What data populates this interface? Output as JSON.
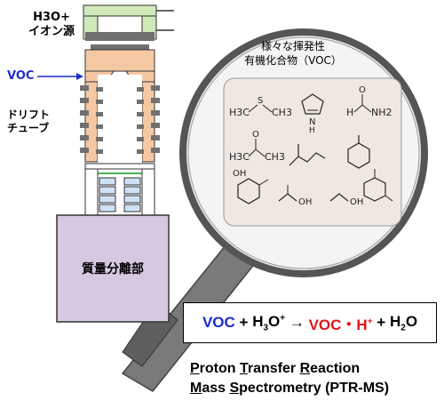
{
  "ion_source": {
    "formula": "H3O+",
    "label": "イオン源"
  },
  "voc_inlet": {
    "label": "VOC",
    "arrow": "→"
  },
  "drift_tube": {
    "line1": "ドリフト",
    "line2": "チューブ"
  },
  "mass_analyzer": {
    "label": "質量分離部"
  },
  "lens": {
    "title_line1": "様々な揮発性",
    "title_line2": "有機化合物（VOC）",
    "molecules": [
      "H3C-S-CH3",
      "N-H",
      "H-C(=O)-NH2",
      "H3C-C(=O)-CH3",
      "OH",
      "OH"
    ]
  },
  "equation": {
    "voc": "VOC",
    "plus1": "+",
    "h3o": "H",
    "h3o_sub": "3",
    "h3o_o": "O",
    "h3o_sup": "+",
    "arrow": "→",
    "product": "VOC・H",
    "product_sup": "+",
    "plus2": "+",
    "h2o": "H",
    "h2o_sub": "2",
    "h2o_o": "O"
  },
  "caption": {
    "p": "P",
    "roton": "roton ",
    "t": "T",
    "ransfer": "ransfer ",
    "r": "R",
    "eaction": "eaction",
    "m": "M",
    "ass": "ass ",
    "s": "S",
    "pectrometry": "pectrometry (PTR-MS)"
  },
  "colors": {
    "blue": "#1a2bd6",
    "red": "#e0161b",
    "green_tube": "#cfe9b9",
    "orange_tube": "#f5c8a4",
    "blue_tube": "#cfe1f5",
    "mass_box": "#d5c9e2"
  }
}
